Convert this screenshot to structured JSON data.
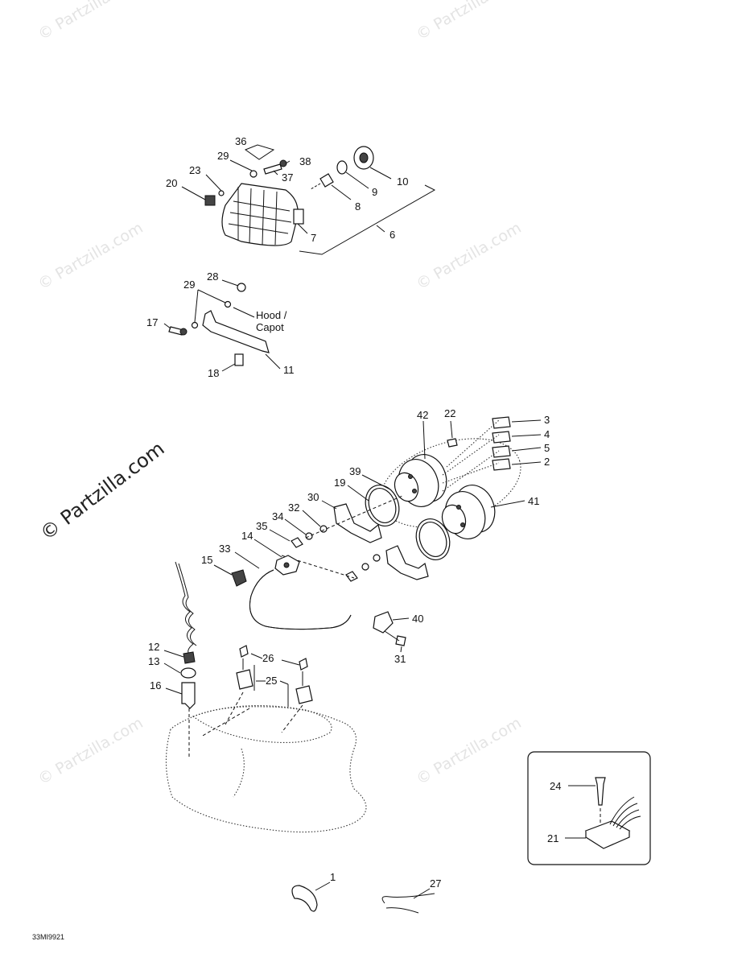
{
  "watermarks": {
    "small": "© Partzilla.com",
    "large": "© Partzilla.com"
  },
  "labels": {
    "p1": "1",
    "p2": "2",
    "p3": "3",
    "p4": "4",
    "p5": "5",
    "p6": "6",
    "p7": "7",
    "p8": "8",
    "p9": "9",
    "p10": "10",
    "p11": "11",
    "p12": "12",
    "p13": "13",
    "p14": "14",
    "p15": "15",
    "p16": "16",
    "p17": "17",
    "p18": "18",
    "p19": "19",
    "p20": "20",
    "p21": "21",
    "p22": "22",
    "p23": "23",
    "p24": "24",
    "p25": "25",
    "p26": "26",
    "p27": "27",
    "p28": "28",
    "p29a": "29",
    "p29b": "29",
    "p30": "30",
    "p31": "31",
    "p32": "32",
    "p33": "33",
    "p34": "34",
    "p35": "35",
    "p36": "36",
    "p37": "37",
    "p38": "38",
    "p39": "39",
    "p40": "40",
    "p41": "41",
    "p42": "42",
    "hood": "Hood /",
    "capot": "Capot"
  },
  "drawing_code": "33MI9921"
}
